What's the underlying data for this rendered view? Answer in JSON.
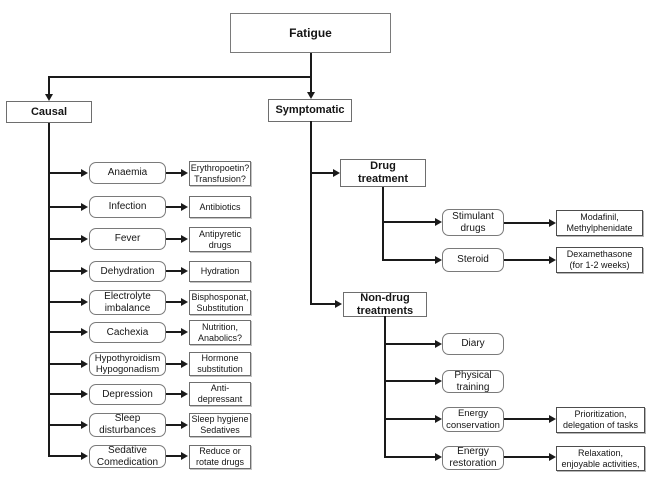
{
  "figure": {
    "root_label": "Fatigue",
    "left_branch_label": "Causal",
    "right_branch_label": "Symptomatic"
  },
  "causal_rows": [
    {
      "cause": "Anaemia",
      "treatment": "Erythropoetin?\nTransfusion?"
    },
    {
      "cause": "Infection",
      "treatment": "Antibiotics"
    },
    {
      "cause": "Fever",
      "treatment": "Antipyretic\ndrugs"
    },
    {
      "cause": "Dehydration",
      "treatment": "Hydration"
    },
    {
      "cause": "Electrolyte\nimbalance",
      "treatment": "Bisphosponat,\nSubstitution"
    },
    {
      "cause": "Cachexia",
      "treatment": "Nutrition,\nAnabolics?"
    },
    {
      "cause": "Hypothyroidism\nHypogonadism",
      "treatment": "Hormone\nsubstitution"
    },
    {
      "cause": "Depression",
      "treatment": "Anti-\ndepressant"
    },
    {
      "cause": "Sleep\ndisturbances",
      "treatment": "Sleep hygiene\nSedatives"
    },
    {
      "cause": "Sedative\nComedication",
      "treatment": "Reduce or\nrotate drugs"
    }
  ],
  "drug": {
    "label": "Drug\ntreatment",
    "rows": [
      {
        "node": "Stimulant\ndrugs",
        "detail": "Modafinil,\nMethylphenidate"
      },
      {
        "node": "Steroid",
        "detail": "Dexamethasone\n(for 1-2 weeks)"
      }
    ]
  },
  "nondrug": {
    "label": "Non-drug\ntreatments",
    "rows": [
      {
        "node": "Diary"
      },
      {
        "node": "Physical\ntraining"
      },
      {
        "node": "Energy\nconservation",
        "detail": "Prioritization,\ndelegation of tasks"
      },
      {
        "node": "Energy\nrestoration",
        "detail": "Relaxation,\nenjoyable activities,"
      }
    ]
  },
  "colors": {
    "line": "#1a1a1a",
    "box_border": "#7a7a7a",
    "background": "#ffffff",
    "text": "#111111"
  }
}
